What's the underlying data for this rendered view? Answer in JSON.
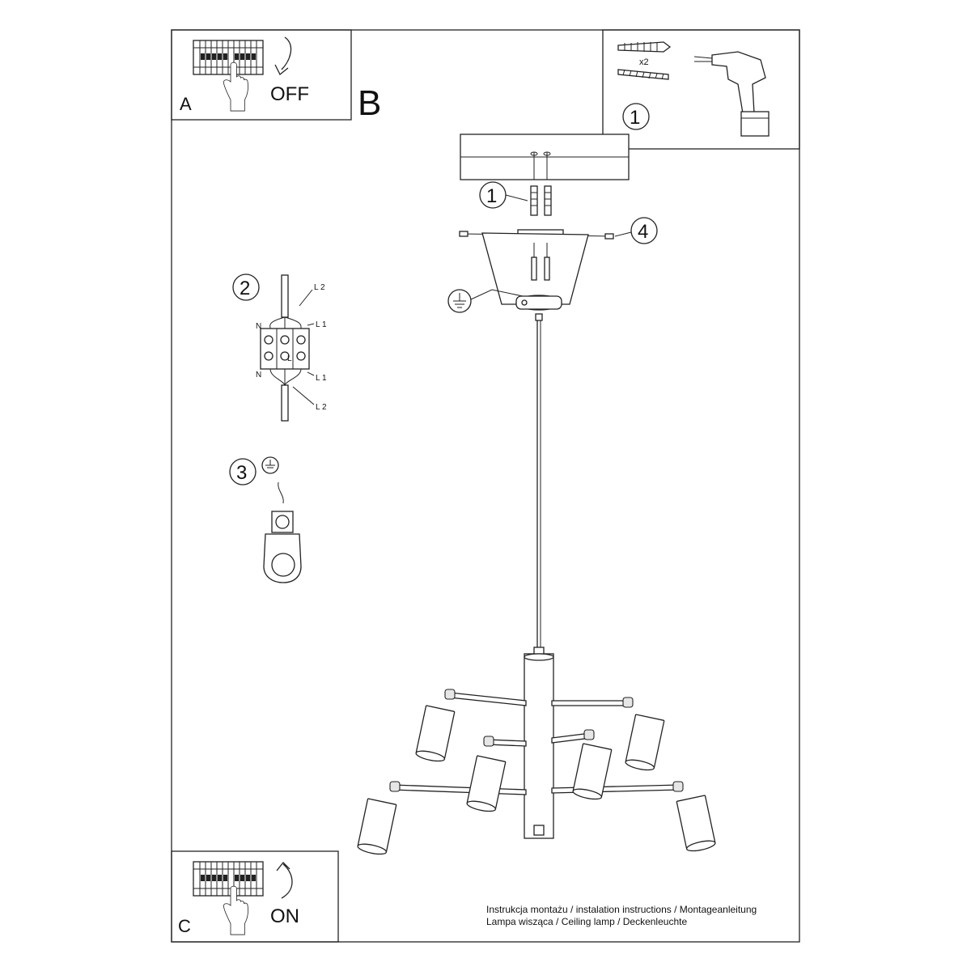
{
  "panels": {
    "a_label": "A",
    "a_text": "OFF",
    "b_label": "B",
    "c_label": "C",
    "c_text": "ON"
  },
  "steps": {
    "s1": "1",
    "s1_detail": "1",
    "s2": "2",
    "s3": "3",
    "s4": "4"
  },
  "screws_multiplier": "x2",
  "wiring": {
    "n_top": "N",
    "n_bottom": "N",
    "l1_top": "L 1",
    "l1_bottom": "L 1",
    "l2_top": "L 2",
    "l2_bottom": "L 2",
    "l_center": "L"
  },
  "footer": {
    "line1": "Instrukcja montażu / instalation instructions / Montageanleitung",
    "line2": "Lampa wisząca / Ceiling lamp / Deckenleuchte"
  },
  "icons": [
    "breaker-panel-icon",
    "hand-icon",
    "arrow-down-icon",
    "arrow-up-icon",
    "drill-icon",
    "wall-plug-icon",
    "screw-icon",
    "ground-symbol-icon",
    "terminal-block-icon",
    "ground-terminal-icon",
    "ceiling-lamp-icon"
  ]
}
